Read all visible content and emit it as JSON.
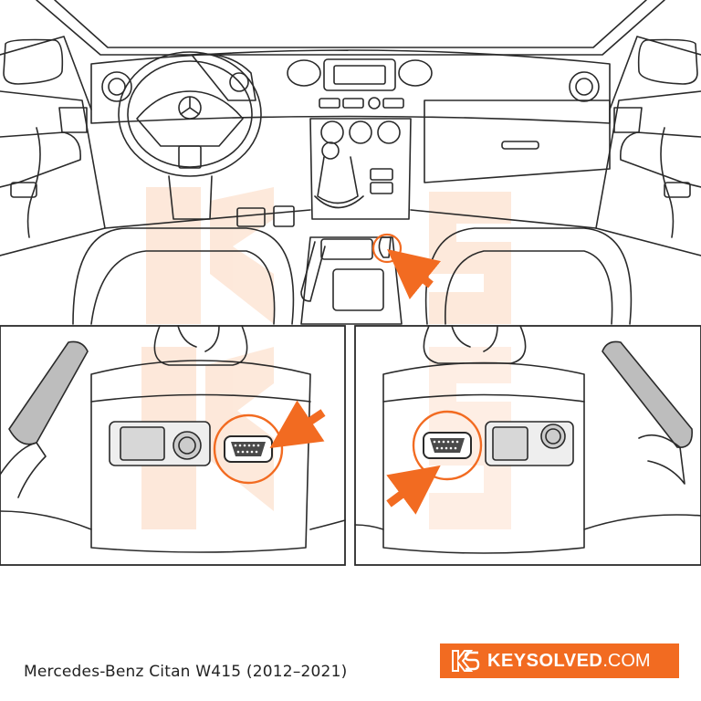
{
  "caption": "Mercedes-Benz Citan W415 (2012–2021)",
  "brand": {
    "name": "KEYSOLVED",
    "tld": ".COM",
    "color": "#f26b21",
    "mark_icon": "ks-logo-icon"
  },
  "colors": {
    "line": "#2a2a2a",
    "accent": "#f26b21",
    "watermark": "#fde3d2"
  }
}
